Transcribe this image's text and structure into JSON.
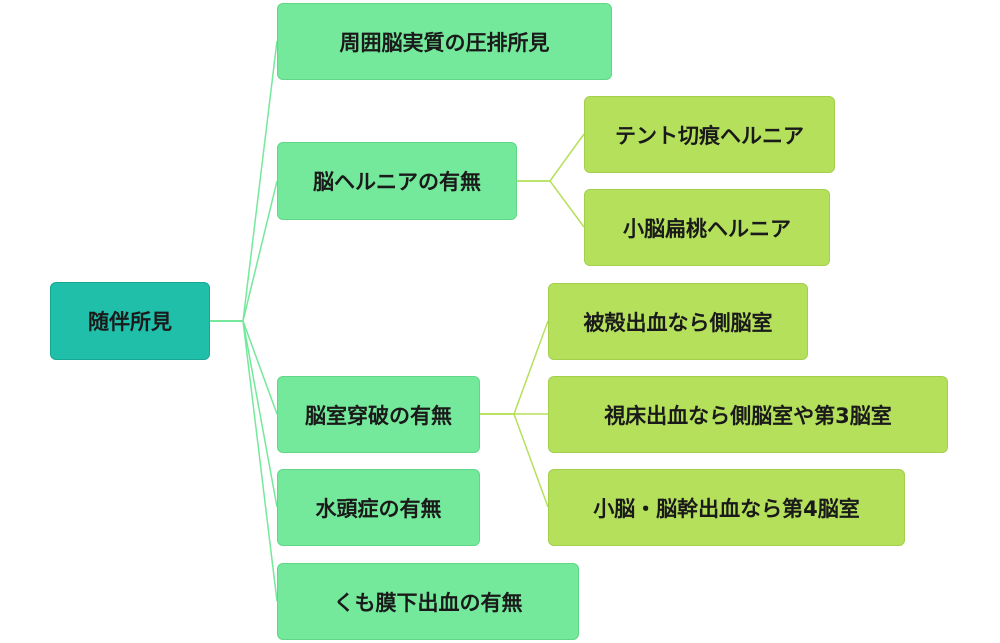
{
  "diagram": {
    "colors": {
      "root": "#1fbfaa",
      "level1": "#74e89b",
      "level2": "#b5e05c",
      "root_line": "#74e89b",
      "branch_line": "#b5e05c"
    },
    "root": {
      "label": "随伴所見"
    },
    "branches": [
      {
        "label": "周囲脳実質の圧排所見",
        "children": []
      },
      {
        "label": "脳ヘルニアの有無",
        "children": [
          {
            "label": "テント切痕ヘルニア"
          },
          {
            "label": "小脳扁桃ヘルニア"
          }
        ]
      },
      {
        "label": "脳室穿破の有無",
        "children": [
          {
            "label": "被殻出血なら側脳室"
          },
          {
            "label": "視床出血なら側脳室や第3脳室"
          },
          {
            "label": "小脳・脳幹出血なら第4脳室"
          }
        ]
      },
      {
        "label": "水頭症の有無",
        "children": []
      },
      {
        "label": "くも膜下出血の有無",
        "children": []
      }
    ]
  }
}
